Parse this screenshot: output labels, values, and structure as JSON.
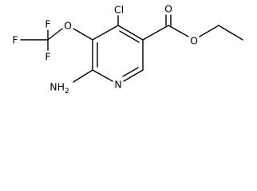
{
  "molecule": {
    "atoms": {
      "cl": "Cl",
      "o_carbonyl": "O",
      "o_ester": "O",
      "o_ether": "O",
      "n_ring": "N",
      "nh2": "NH",
      "nh2_sub": "2",
      "f_top": "F",
      "f_left": "F",
      "f_bottom": "F"
    }
  }
}
